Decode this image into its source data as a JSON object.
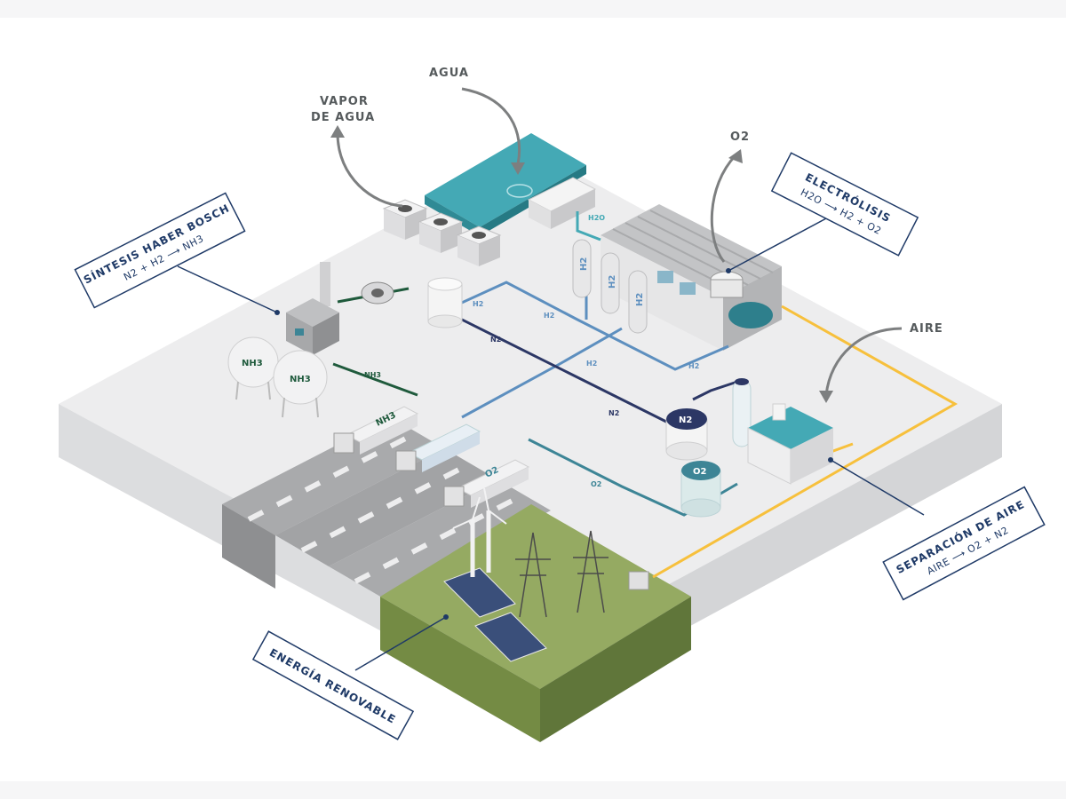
{
  "labels": {
    "agua": "AGUA",
    "vapor_line1": "VAPOR",
    "vapor_line2": "DE AGUA",
    "o2": "O2",
    "aire": "AIRE"
  },
  "callouts": {
    "haber_bosch": {
      "title": "SÍNTESIS HABER BOSCH",
      "formula": "N2 + H2 ⟶ NH3"
    },
    "electrolisis": {
      "title": "ELECTRÓLISIS",
      "formula": "H2O ⟶ H2 + O2"
    },
    "separacion": {
      "title": "SEPARACIÓN DE AIRE",
      "formula": "AIRE ⟶ O2 + N2"
    },
    "energia": {
      "title": "ENERGÍA RENOVABLE"
    }
  },
  "pipes": {
    "h2o": "H2O",
    "h2": "H2",
    "n2": "N2",
    "nh3": "NH3",
    "o2": "O2"
  },
  "tanks": {
    "nh3": "NH3",
    "h2": "H2",
    "n2": "N2",
    "o2": "O2"
  },
  "trucks": {
    "nh3": "NH3",
    "o2": "O2"
  },
  "colors": {
    "ground_top": "#ededee",
    "ground_side": "#d9dadc",
    "road": "#a9aaac",
    "grass_top": "#95aa62",
    "grass_side": "#6f8640",
    "water": "#44a9b5",
    "navy": "#1f3a67",
    "pipe_h2": "#5d8fbf",
    "pipe_n2": "#2c3765",
    "pipe_o2": "#3d8596",
    "pipe_nh3": "#1f5a3c",
    "power_line": "#f7c03c"
  }
}
